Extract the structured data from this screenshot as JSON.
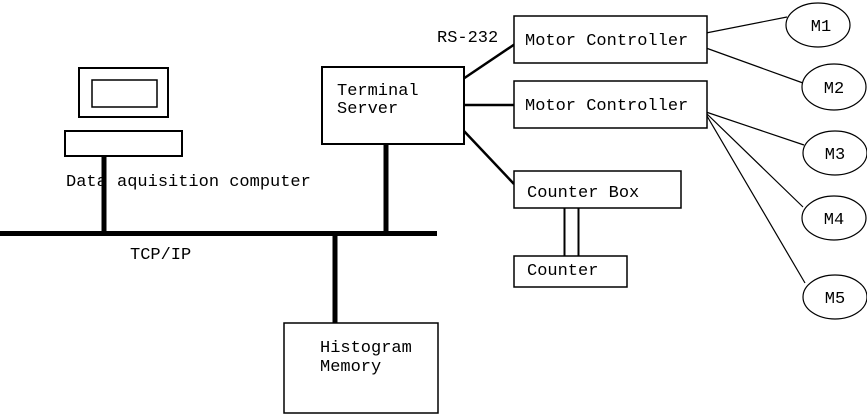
{
  "diagram": {
    "background": "#ffffff",
    "stroke_color": "#000000",
    "nodes": {
      "computer": {
        "label": "Data aquisition computer"
      },
      "terminal_server": {
        "line1": "Terminal",
        "line2": "Server"
      },
      "motor_controller_1": {
        "label": "Motor Controller"
      },
      "motor_controller_2": {
        "label": "Motor Controller"
      },
      "counter_box": {
        "label": "Counter Box"
      },
      "counter": {
        "label": "Counter"
      },
      "histogram_memory": {
        "line1": "Histogram",
        "line2": "Memory"
      },
      "motors": [
        {
          "label": "M1"
        },
        {
          "label": "M2"
        },
        {
          "label": "M3"
        },
        {
          "label": "M4"
        },
        {
          "label": "M5"
        }
      ]
    },
    "edge_labels": {
      "bus": "TCP/IP",
      "serial": "RS-232"
    },
    "connections": [
      {
        "from": "data-acquisition-computer",
        "to": "tcp-ip-bus",
        "style": "thick"
      },
      {
        "from": "terminal-server",
        "to": "tcp-ip-bus",
        "style": "thick"
      },
      {
        "from": "histogram-memory",
        "to": "tcp-ip-bus",
        "style": "thick"
      },
      {
        "from": "terminal-server",
        "to": "motor-controller-1",
        "label": "RS-232"
      },
      {
        "from": "terminal-server",
        "to": "motor-controller-2"
      },
      {
        "from": "terminal-server",
        "to": "counter-box"
      },
      {
        "from": "motor-controller-1",
        "to": "M1"
      },
      {
        "from": "motor-controller-1",
        "to": "M2"
      },
      {
        "from": "motor-controller-2",
        "to": "M3"
      },
      {
        "from": "motor-controller-2",
        "to": "M4"
      },
      {
        "from": "motor-controller-2",
        "to": "M5"
      },
      {
        "from": "counter-box",
        "to": "counter",
        "style": "double"
      }
    ]
  }
}
